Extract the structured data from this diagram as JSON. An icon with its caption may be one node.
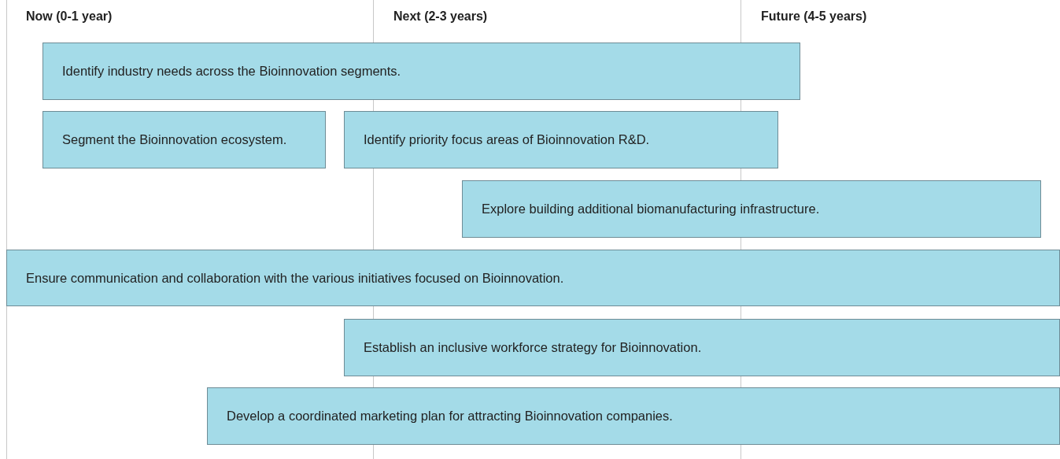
{
  "diagram": {
    "nodes": [
      {
        "text": [
          "Identify industry needs across the Bioinnovation segments."
        ]
      },
      {
        "text": [
          "Segment the Bioinnovation ecosystem."
        ]
      },
      {
        "text": [
          "Identify priority focus areas of Bioinnovation R&D."
        ]
      },
      {
        "text": [
          "Explore building additional biomanufacturing infrastructure."
        ]
      },
      {
        "text": [
          "Ensure communication and collaboration with the various initiatives focused on Bioinnovation."
        ]
      },
      {
        "text": [
          "Establish an inclusive workforce strategy for Bioinnovation."
        ]
      },
      {
        "text": [
          "Develop a coordinated marketing plan for attracting Bioinnovation companies."
        ]
      }
    ],
    "labels": [
      "Now (0-1 year)",
      "Next (2-3 years)",
      "Future (4-5 years)"
    ]
  }
}
